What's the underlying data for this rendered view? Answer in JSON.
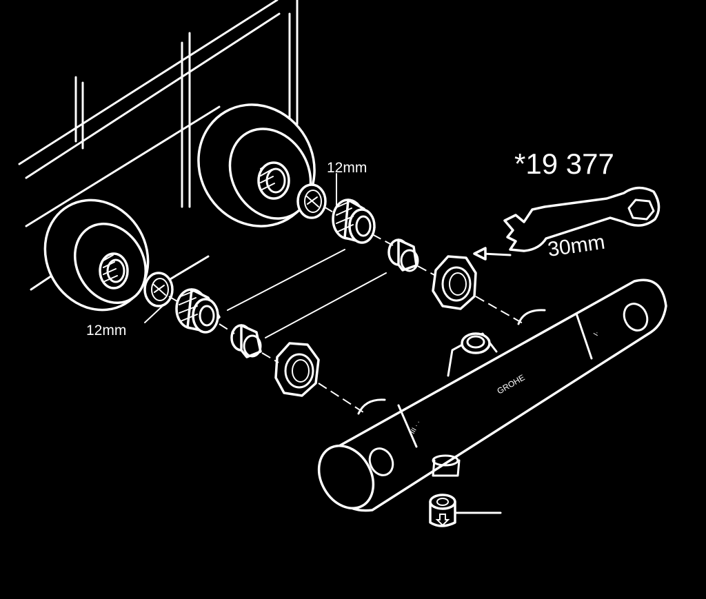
{
  "labels": {
    "part_number": "*19 377",
    "wrench_size": "30mm",
    "fitting_size_upper": "12mm",
    "fitting_size_lower": "12mm"
  },
  "colors": {
    "background": "#000000",
    "line": "#ffffff"
  },
  "icons": [
    "wrench-icon",
    "down-arrow-icon",
    "wall-tile-grid",
    "thermostat-mixer-body"
  ]
}
